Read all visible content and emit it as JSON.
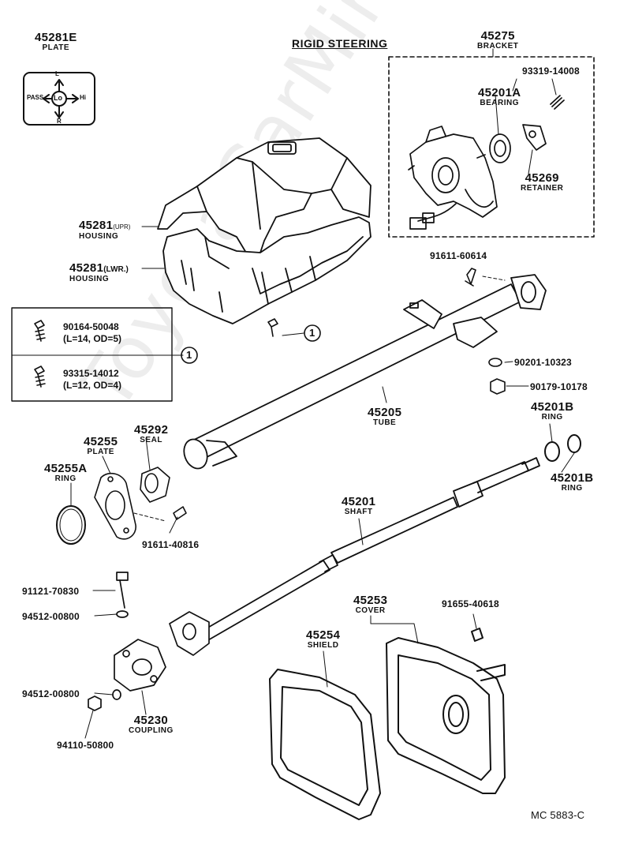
{
  "title": "RIGID STEERING",
  "code": "MC 5883-C",
  "watermark": "ToyotaCarMine.ru",
  "plate_icon": {
    "top": "L",
    "left": "PASS",
    "center": "Lo",
    "right": "Hi",
    "bottom": "R"
  },
  "labels": {
    "p45281E": {
      "pn": "45281E",
      "nm": "PLATE"
    },
    "p45275": {
      "pn": "45275",
      "nm": "BRACKET"
    },
    "p45201A": {
      "pn": "45201A",
      "nm": "BEARING"
    },
    "p45269": {
      "pn": "45269",
      "nm": "RETAINER"
    },
    "p45205": {
      "pn": "45205",
      "nm": "TUBE"
    },
    "p45201B1": {
      "pn": "45201B",
      "nm": "RING"
    },
    "p45201B2": {
      "pn": "45201B",
      "nm": "RING"
    },
    "p45292": {
      "pn": "45292",
      "nm": "SEAL"
    },
    "p45255": {
      "pn": "45255",
      "nm": "PLATE"
    },
    "p45255A": {
      "pn": "45255A",
      "nm": "RING"
    },
    "p45201": {
      "pn": "45201",
      "nm": "SHAFT"
    },
    "p45253": {
      "pn": "45253",
      "nm": "COVER"
    },
    "p45254": {
      "pn": "45254",
      "nm": "SHIELD"
    },
    "p45230": {
      "pn": "45230",
      "nm": "COUPLING"
    }
  },
  "housing_upr": {
    "pn": "45281",
    "suffix": "(UPR)",
    "nm": "HOUSING"
  },
  "housing_lwr": {
    "pn": "45281",
    "suffix": "(LWR.)",
    "nm": "HOUSING"
  },
  "parts": {
    "p93319": "93319-14008",
    "p91611a": "91611-60614",
    "p90201": "90201-10323",
    "p90179": "90179-10178",
    "p91611b": "91611-40816",
    "p91121": "91121-70830",
    "p94512a": "94512-00800",
    "p94512b": "94512-00800",
    "p94110": "94110-50800",
    "p91655": "91655-40618"
  },
  "screw_box": {
    "callout": "1",
    "screw1_pn": "90164-50048",
    "screw1_spec": "(L=14, OD=5)",
    "screw2_pn": "93315-14012",
    "screw2_spec": "(L=12, OD=4)"
  },
  "callout_1": "1"
}
